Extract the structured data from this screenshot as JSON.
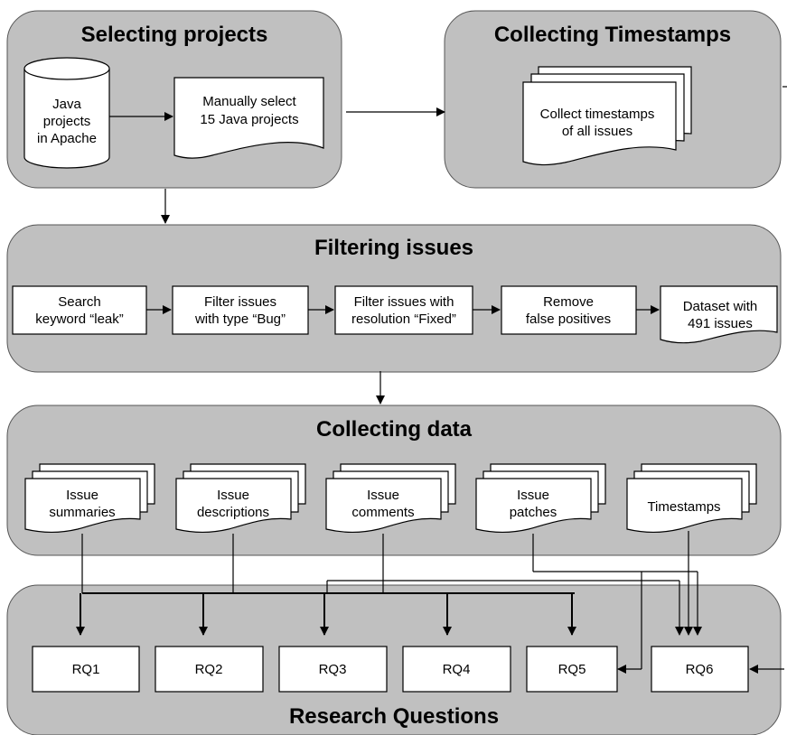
{
  "sections": {
    "selecting_projects": {
      "title": "Selecting projects",
      "database_label": [
        "Java",
        "projects",
        "in Apache"
      ],
      "manual_select_label": [
        "Manually select",
        "15 Java projects"
      ]
    },
    "collecting_timestamps": {
      "title": "Collecting Timestamps",
      "collect_label": [
        "Collect timestamps",
        "of all issues"
      ]
    },
    "filtering_issues": {
      "title": "Filtering issues",
      "steps": [
        [
          "Search",
          "keyword “leak”"
        ],
        [
          "Filter issues",
          "with type “Bug”"
        ],
        [
          "Filter issues with",
          "resolution “Fixed”"
        ],
        [
          "Remove",
          "false positives"
        ]
      ],
      "dataset_label": [
        "Dataset with",
        "491 issues"
      ]
    },
    "collecting_data": {
      "title": "Collecting data",
      "items": [
        [
          "Issue",
          "summaries"
        ],
        [
          "Issue",
          "descriptions"
        ],
        [
          "Issue",
          "comments"
        ],
        [
          "Issue",
          "patches"
        ],
        [
          "Timestamps"
        ]
      ]
    },
    "research_questions": {
      "title": "Research Questions",
      "items": [
        "RQ1",
        "RQ2",
        "RQ3",
        "RQ4",
        "RQ5",
        "RQ6"
      ]
    }
  }
}
